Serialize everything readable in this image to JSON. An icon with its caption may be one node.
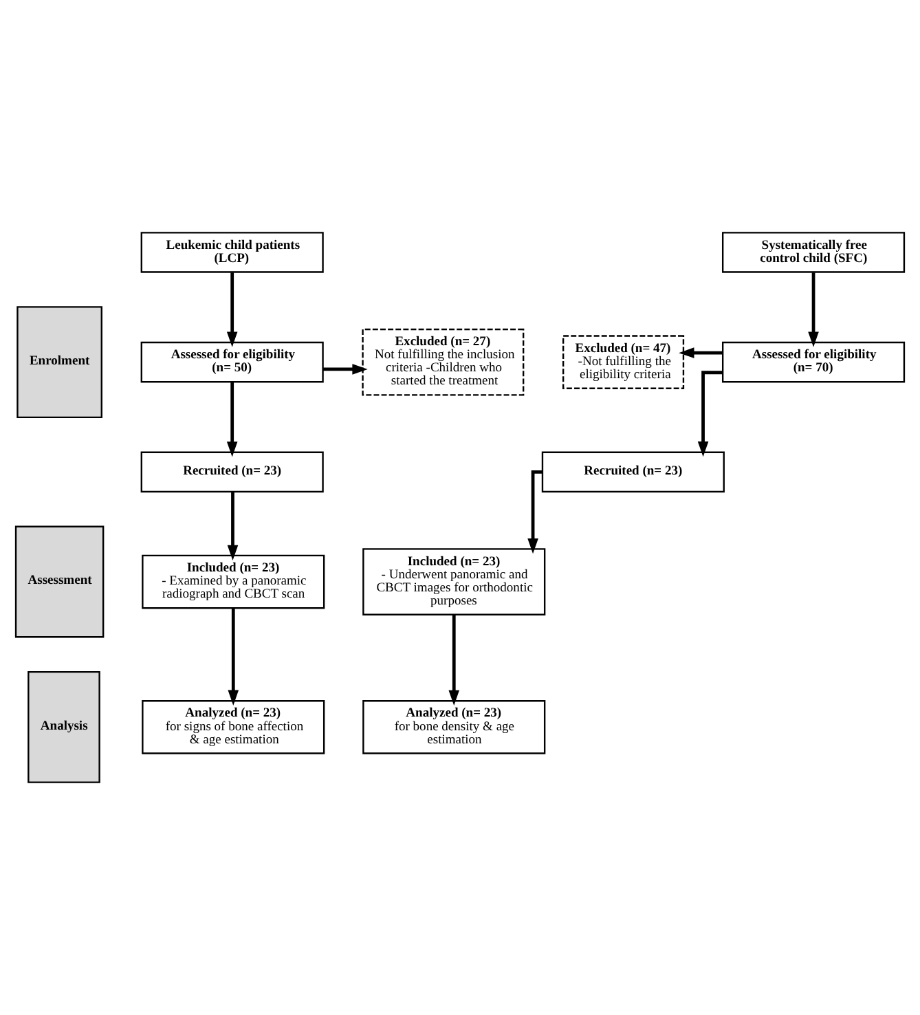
{
  "diagram": {
    "nodes": [
      {
        "text": [
          "Enrolment"
        ]
      },
      {
        "text": [
          "Leukemic child patients (LCP)"
        ]
      },
      {
        "text": [
          "Systematically free control child (SFC)"
        ]
      },
      {
        "text": [
          "Assessed for eligibility (n= 50)"
        ]
      },
      {
        "text": [
          "Assessed for eligibility (n= 70)"
        ]
      },
      {
        "text": [
          "Excluded (n= 27)",
          "Not fulfilling the inclusion criteria -Children who started the treatment"
        ]
      },
      {
        "text": [
          "Excluded (n= 47)",
          "-Not fulfilling the eligibility criteria"
        ]
      },
      {
        "text": [
          "Recruited (n= 23)"
        ]
      },
      {
        "text": [
          "Recruited (n= 23)"
        ]
      },
      {
        "text": [
          "Assessment"
        ]
      },
      {
        "text": [
          "Included (n= 23)",
          "- Examined by a panoramic radiograph and CBCT scan"
        ]
      },
      {
        "text": [
          "Included (n= 23)",
          "- Underwent panoramic and CBCT images for orthodontic purposes"
        ]
      },
      {
        "text": [
          "Analysis"
        ]
      },
      {
        "text": [
          "Analyzed (n= 23)",
          "for signs of bone affection & age estimation"
        ]
      },
      {
        "text": [
          "Analyzed (n= 23)",
          "for bone density & age estimation"
        ]
      }
    ],
    "edges": [
      {
        "from": 1,
        "to": 3,
        "arrow": "to"
      },
      {
        "from": 2,
        "to": 4,
        "arrow": "to"
      },
      {
        "from": 3,
        "to": 7,
        "arrow": "to"
      },
      {
        "from": 3,
        "to": 5,
        "arrow": "to"
      },
      {
        "from": 4,
        "to": 8,
        "arrow": "to"
      },
      {
        "from": 4,
        "to": 6,
        "arrow": "to"
      },
      {
        "from": 7,
        "to": 10,
        "arrow": "to"
      },
      {
        "from": 8,
        "to": 11,
        "arrow": "to"
      },
      {
        "from": 10,
        "to": 13,
        "arrow": "to"
      },
      {
        "from": 11,
        "to": 14,
        "arrow": "to"
      }
    ]
  }
}
